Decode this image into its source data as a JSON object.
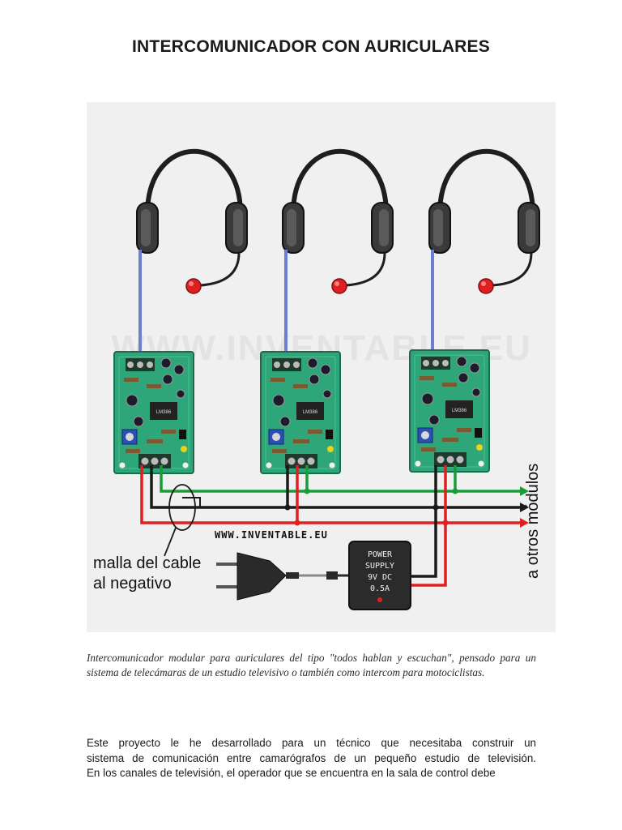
{
  "document": {
    "title": "INTERCOMUNICADOR CON AURICULARES",
    "figure": {
      "watermark": "WWW.INVENTABLE.EU",
      "site_label": "WWW.INVENTABLE.EU",
      "shield_label_line1": "malla del cable",
      "shield_label_line2": "al negativo",
      "power_supply_lines": [
        "POWER",
        "SUPPLY",
        "9V DC",
        "0.5A"
      ],
      "side_label": "a otros módulos",
      "chip_label": "LM386"
    },
    "caption": "Intercomunicador modular para auriculares del tipo \"todos hablan y escuchan\", pensado para un sistema de telecámaras de un estudio televisivo o también como intercom para motociclistas.",
    "body_lines": [
      "Este proyecto le he desarrollado para un técnico que necesitaba construir un",
      "sistema de comunicación entre camarógrafos de un pequeño estudio de televisión.",
      "En los canales de televisión, el operador que se encuentra en la sala de control debe"
    ]
  }
}
